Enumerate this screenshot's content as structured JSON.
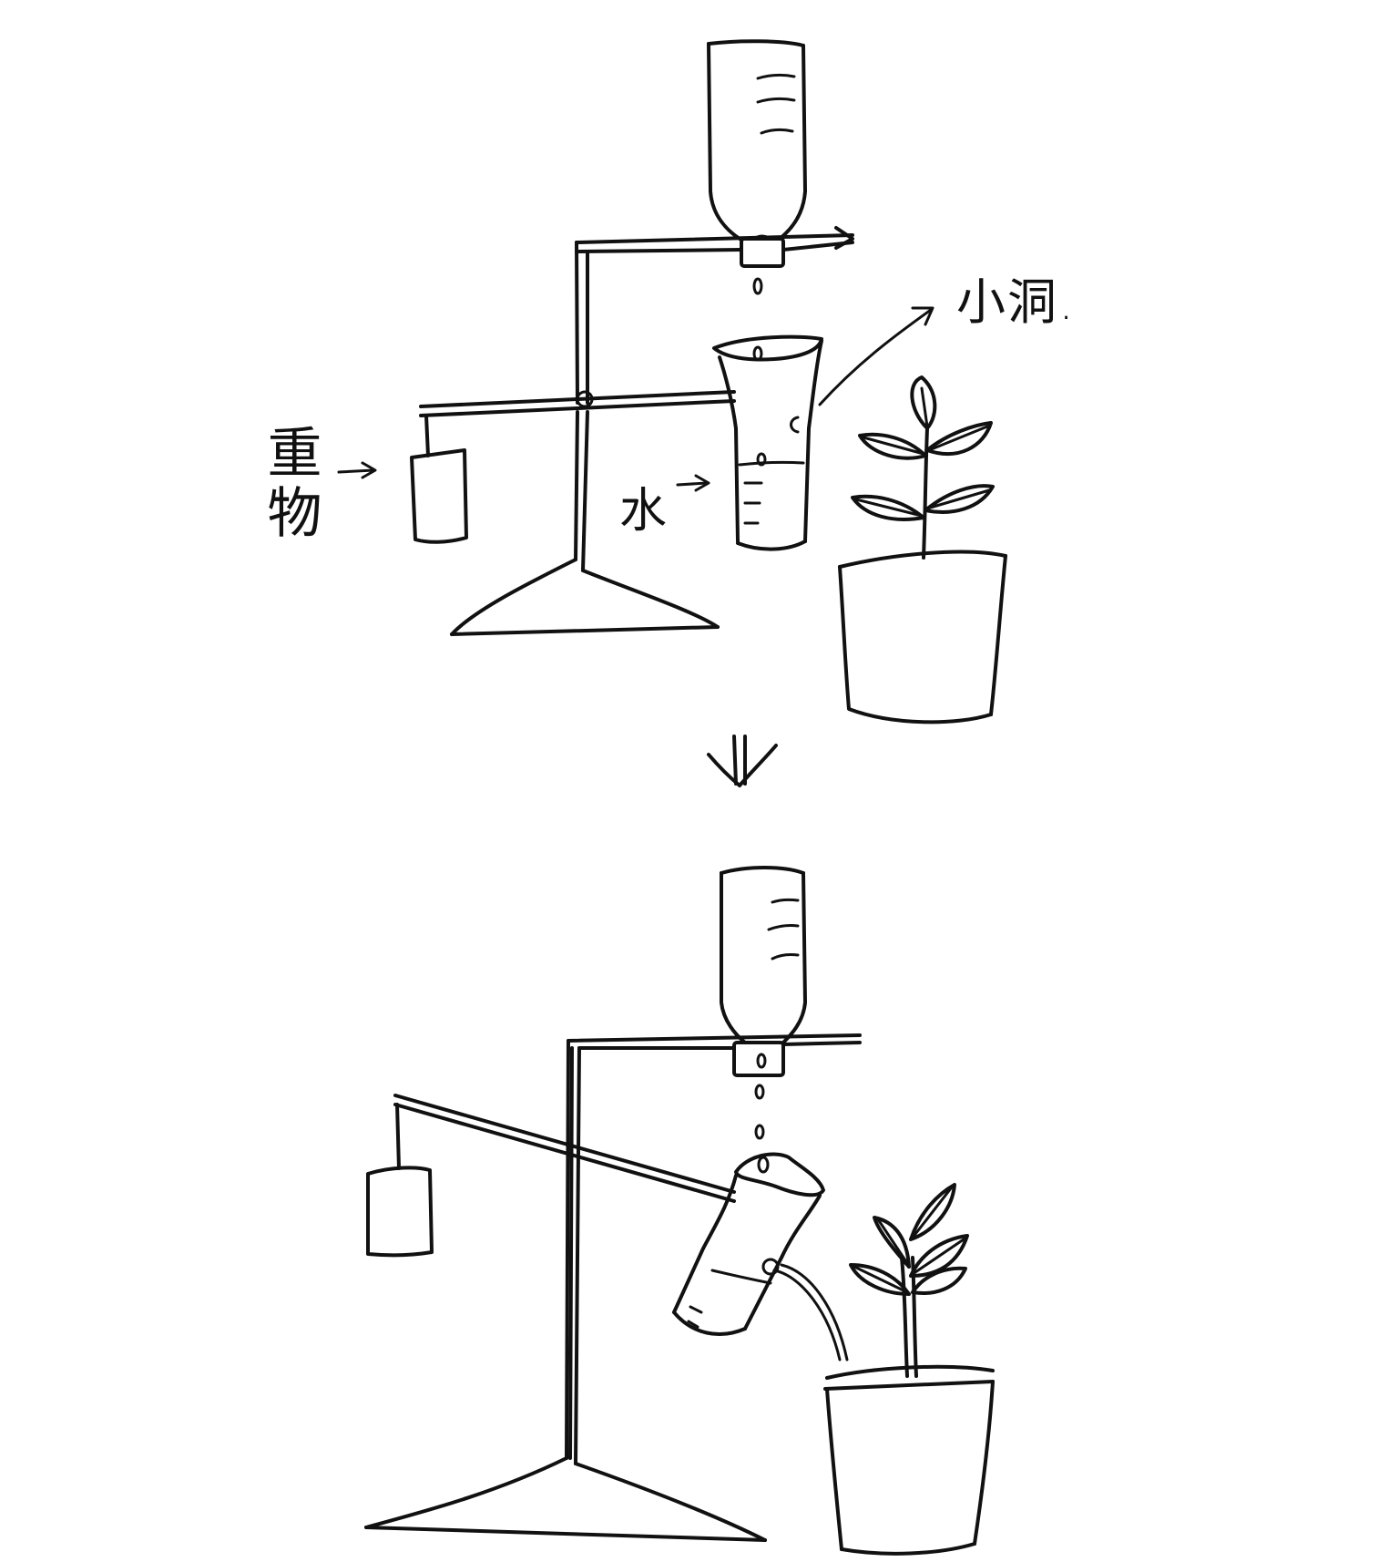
{
  "labels": {
    "weight": "重物",
    "water": "水",
    "hole": "小洞."
  },
  "colors": {
    "ink": "#111111",
    "background": "#ffffff"
  }
}
